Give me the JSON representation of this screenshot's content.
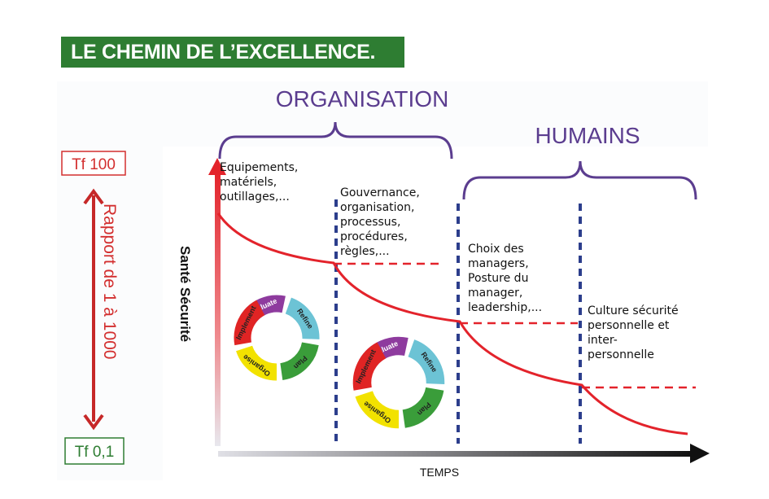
{
  "title": "LE CHEMIN DE L’EXCELLENCE.",
  "groups": {
    "organisation": "ORGANISATION",
    "humains": "HUMAINS"
  },
  "scale": {
    "top": "Tf 100",
    "bottom": "Tf 0,1",
    "ratio": "Rapport de 1 à 1000"
  },
  "axes": {
    "y": "Santé Sécurité",
    "x": "TEMPS"
  },
  "stages": [
    {
      "lines": [
        "Equipements,",
        "matériels,",
        "outillages,..."
      ]
    },
    {
      "lines": [
        "Gouvernance,",
        "organisation,",
        "processus,",
        "procédures,",
        "règles,..."
      ]
    },
    {
      "lines": [
        "Choix des",
        "managers,",
        "Posture du",
        "manager,",
        "leadership,..."
      ]
    },
    {
      "lines": [
        "Culture sécurité",
        "personnelle et",
        "inter-",
        "personnelle"
      ]
    }
  ],
  "cycle": {
    "labels": [
      "Evaluate",
      "Refine",
      "Plan",
      "Organise",
      "Implement"
    ]
  },
  "colors": {
    "title_bg": "#2e7d32",
    "brace": "#5b3d8f",
    "curve": "#e3232b",
    "divider": "#2c3e8c",
    "tf100": "#d32f2f",
    "tf01": "#2e7d32",
    "cycle": [
      "#8e3b9e",
      "#6cc3d5",
      "#3a9d3a",
      "#f2e200",
      "#e02424"
    ]
  }
}
